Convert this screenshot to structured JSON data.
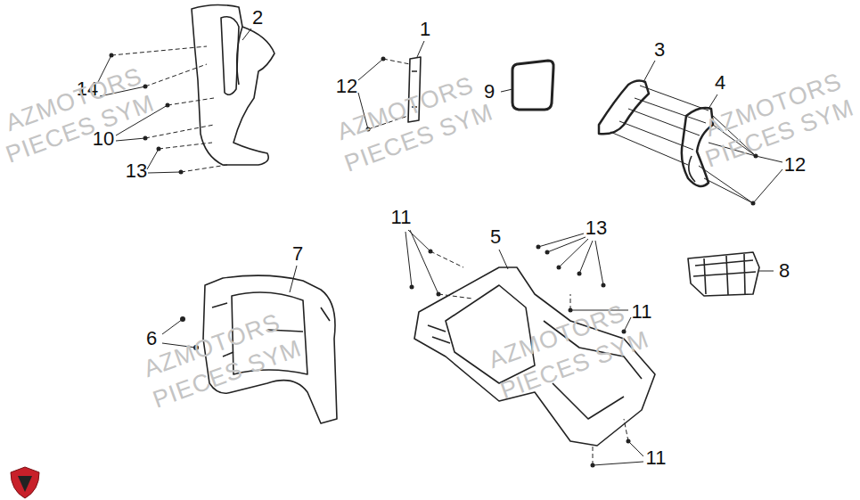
{
  "diagram": {
    "labels": [
      "2",
      "14",
      "10",
      "13",
      "1",
      "12",
      "9",
      "3",
      "4",
      "12",
      "11",
      "5",
      "13",
      "8",
      "7",
      "6",
      "11",
      "11",
      "AZMOTORS",
      "PIECES SYM",
      "AZMOTORS",
      "PIECES SYM",
      "AZMOTORS",
      "PIECES SYM",
      "AZMOTORS",
      "PIECES SYM",
      "AZMOTORS",
      "PIECES SYM"
    ]
  }
}
